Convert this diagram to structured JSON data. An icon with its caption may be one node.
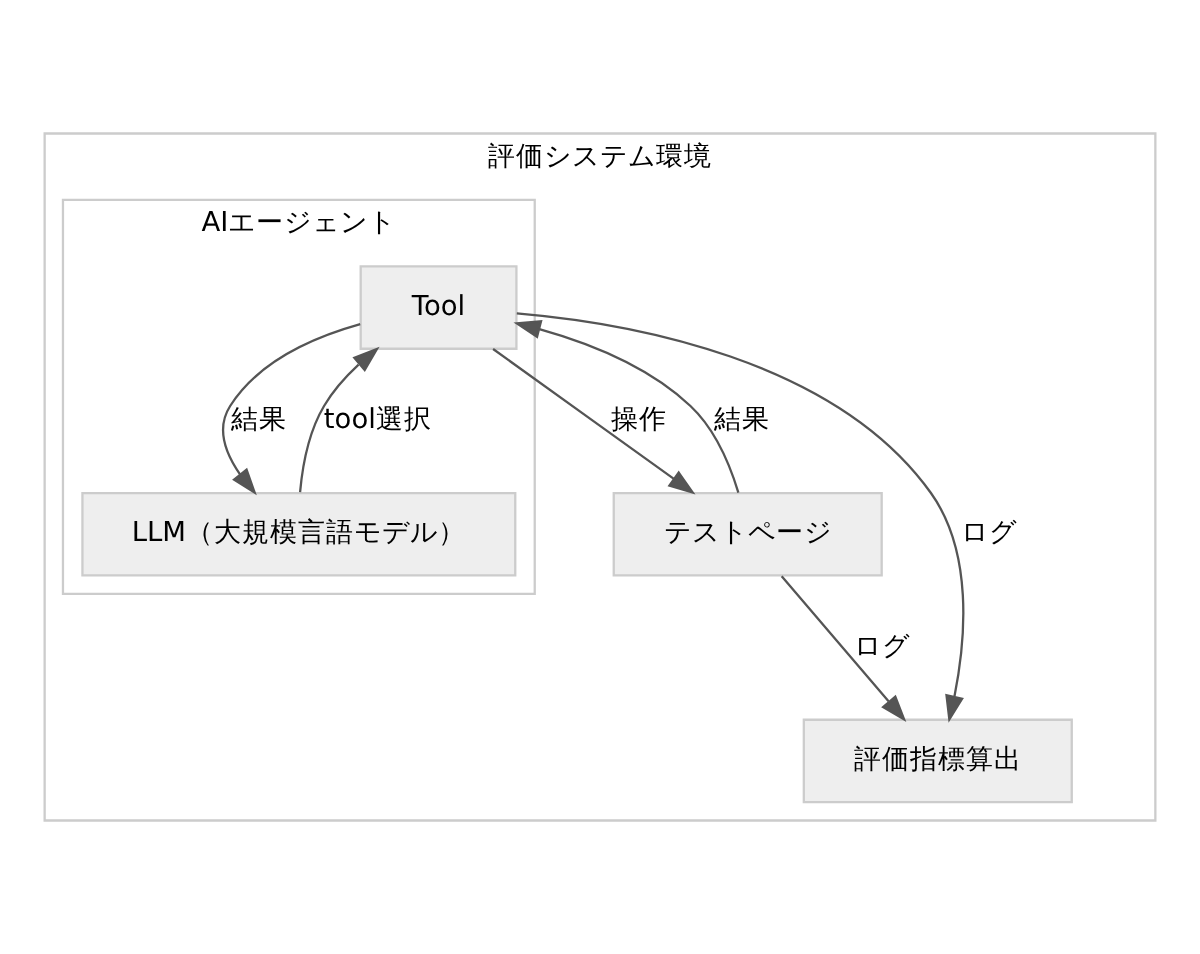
{
  "diagram": {
    "nodes": [
      {
        "text": [
          "評価システム環境"
        ]
      },
      {
        "text": [
          "AIエージェント"
        ],
        "in": 0
      },
      {
        "text": [
          "Tool"
        ],
        "in": 1
      },
      {
        "text": [
          "LLM（大規模言語モデル）"
        ],
        "in": 1
      },
      {
        "text": [
          "テストページ"
        ],
        "in": 0
      },
      {
        "text": [
          "評価指標算出"
        ],
        "in": 0
      }
    ],
    "edges": [
      {
        "from": 2,
        "to": 3,
        "arrow": "to",
        "label": "結果"
      },
      {
        "from": 3,
        "to": 2,
        "arrow": "to",
        "label": "tool選択"
      },
      {
        "from": 2,
        "to": 4,
        "arrow": "to",
        "label": "操作"
      },
      {
        "from": 4,
        "to": 2,
        "arrow": "to",
        "label": "結果"
      },
      {
        "from": 2,
        "to": 5,
        "arrow": "to",
        "label": "ログ"
      },
      {
        "from": 4,
        "to": 5,
        "arrow": "to",
        "label": "ログ"
      }
    ]
  }
}
